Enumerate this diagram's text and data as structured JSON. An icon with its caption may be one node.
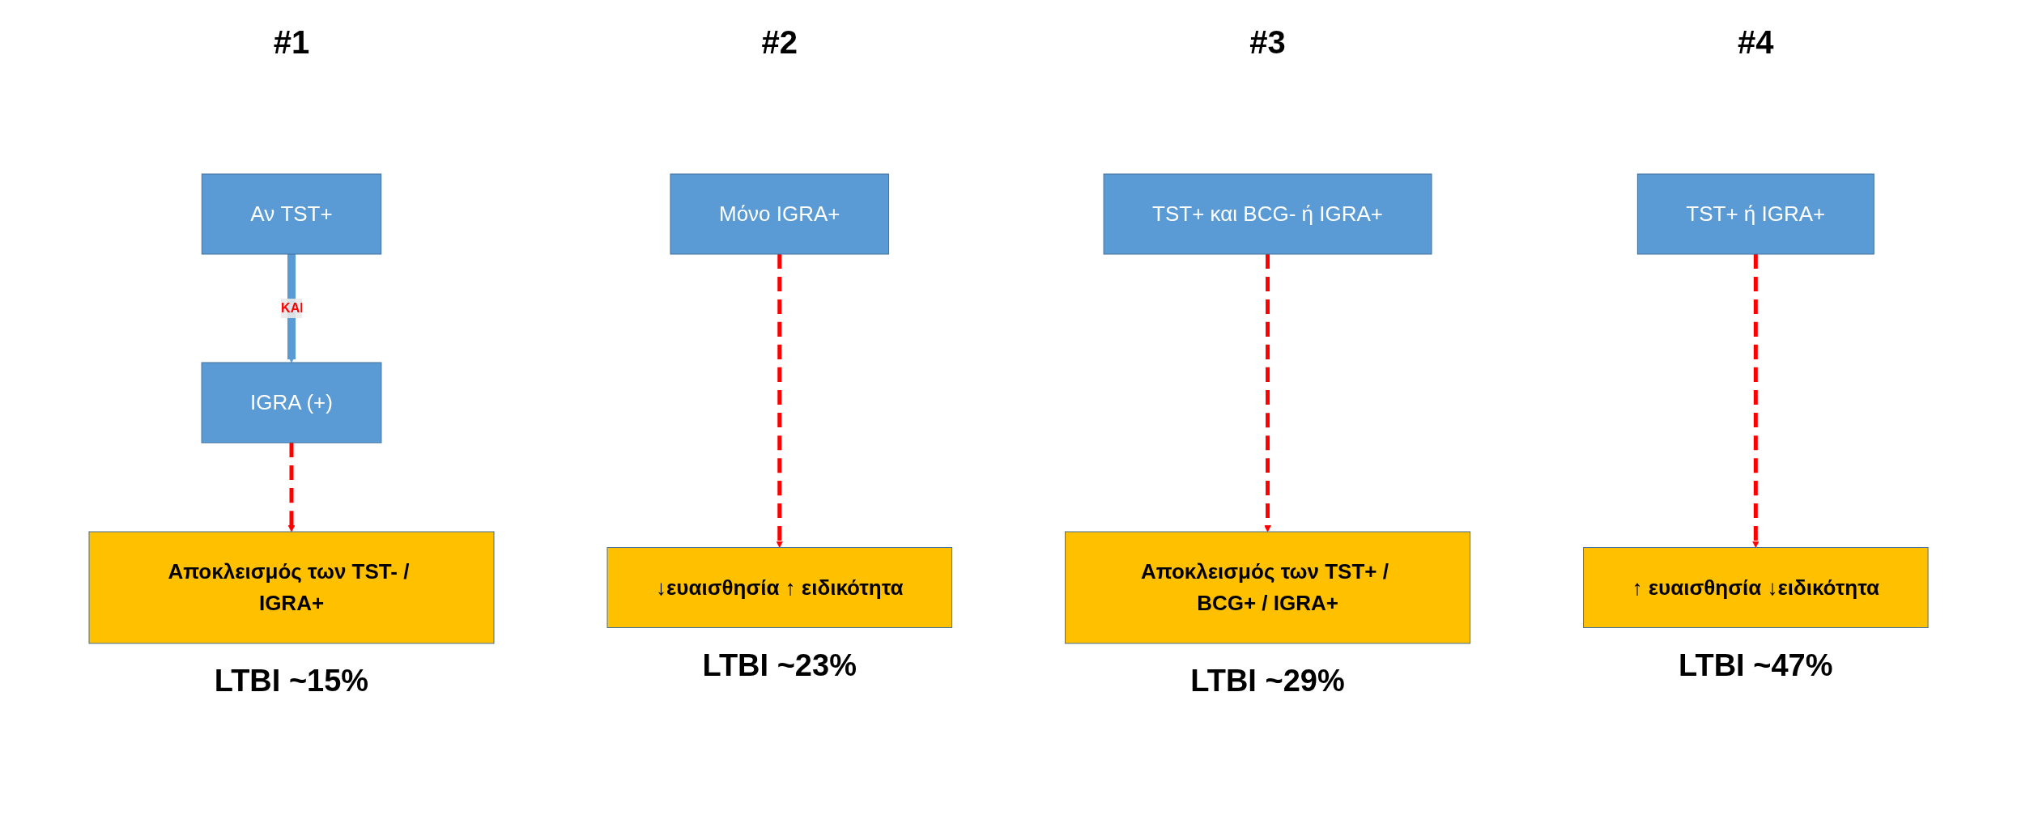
{
  "diagram": {
    "nodes": [
      {
        "text": [
          "Αν TST+"
        ]
      },
      {
        "text": [
          "IGRA (+)"
        ]
      },
      {
        "text": [
          "Αποκλεισμός των TST- / IGRA+"
        ],
        "beside": [
          "LTBI ~15%"
        ]
      },
      {
        "text": [
          "Μόνο IGRA+"
        ]
      },
      {
        "text": [
          "↓ευαισθησία ↑ ειδικότητα"
        ],
        "beside": [
          "LTBI ~23%"
        ]
      },
      {
        "text": [
          "TST+ και BCG- ή IGRA+"
        ]
      },
      {
        "text": [
          "Αποκλεισμός των TST+ / BCG+ / IGRA+"
        ],
        "beside": [
          "LTBI ~29%"
        ]
      },
      {
        "text": [
          "TST+ ή IGRA+"
        ]
      },
      {
        "text": [
          "↑ ευαισθησία ↓ειδικότητα"
        ],
        "beside": [
          "LTBI ~47%"
        ]
      }
    ],
    "edges": [
      {
        "from": 0,
        "to": 1,
        "arrow": "to",
        "label": "ΚΑΙ",
        "style": "thick",
        "color": "#5b9bd5"
      },
      {
        "from": 1,
        "to": 2,
        "arrow": "to",
        "style": "dashed",
        "color": "#ff0000"
      },
      {
        "from": 3,
        "to": 4,
        "arrow": "to",
        "style": "dashed",
        "color": "#ff0000"
      },
      {
        "from": 5,
        "to": 6,
        "arrow": "to",
        "style": "dashed",
        "color": "#ff0000"
      },
      {
        "from": 7,
        "to": 8,
        "arrow": "to",
        "style": "dashed",
        "color": "#ff0000"
      }
    ],
    "labels": [
      "#1",
      "#2",
      "#3",
      "#4"
    ]
  }
}
